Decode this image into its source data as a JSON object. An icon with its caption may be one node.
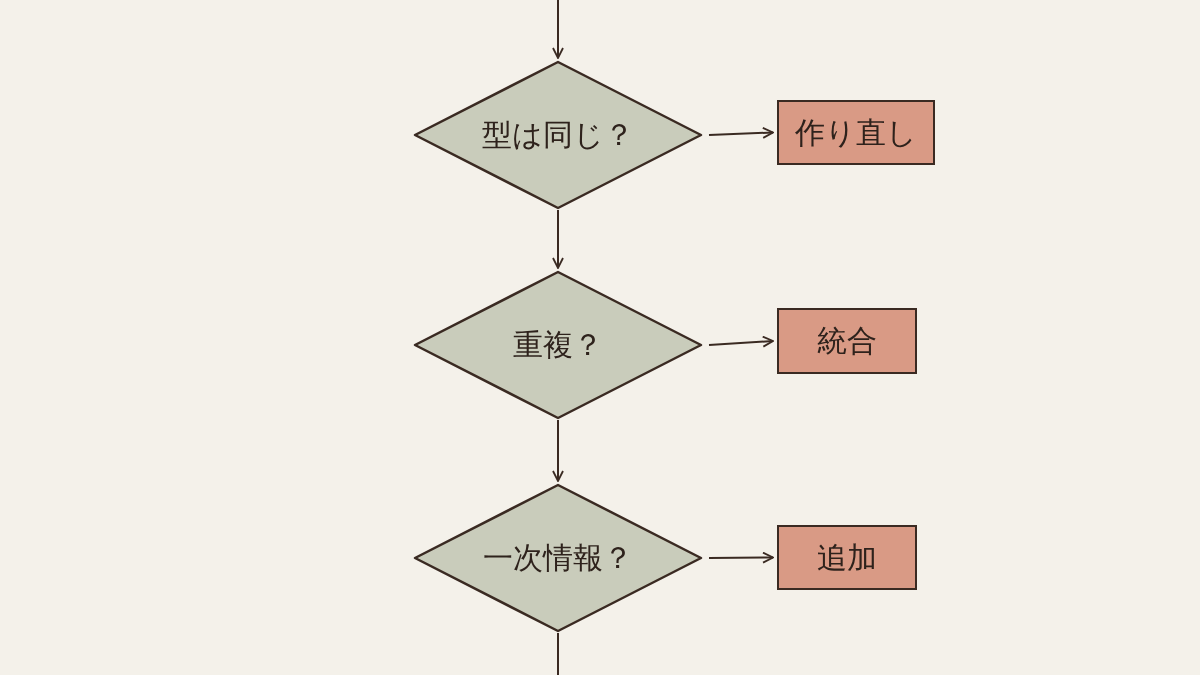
{
  "diagram": {
    "nodes": [
      {
        "text": [
          "型は同じ？"
        ]
      },
      {
        "text": [
          "作り直し"
        ]
      },
      {
        "text": [
          "重複？"
        ]
      },
      {
        "text": [
          "統合"
        ]
      },
      {
        "text": [
          "一次情報？"
        ]
      },
      {
        "text": [
          "追加"
        ]
      }
    ],
    "edges": [
      {
        "from": null,
        "to": 0,
        "arrow": "to"
      },
      {
        "from": 0,
        "to": 1,
        "arrow": "to"
      },
      {
        "from": 0,
        "to": 2,
        "arrow": "to"
      },
      {
        "from": 2,
        "to": 3,
        "arrow": "to"
      },
      {
        "from": 2,
        "to": 4,
        "arrow": "to"
      },
      {
        "from": 4,
        "to": 5,
        "arrow": "to"
      },
      {
        "from": 4,
        "to": null,
        "arrow": "none"
      }
    ]
  }
}
